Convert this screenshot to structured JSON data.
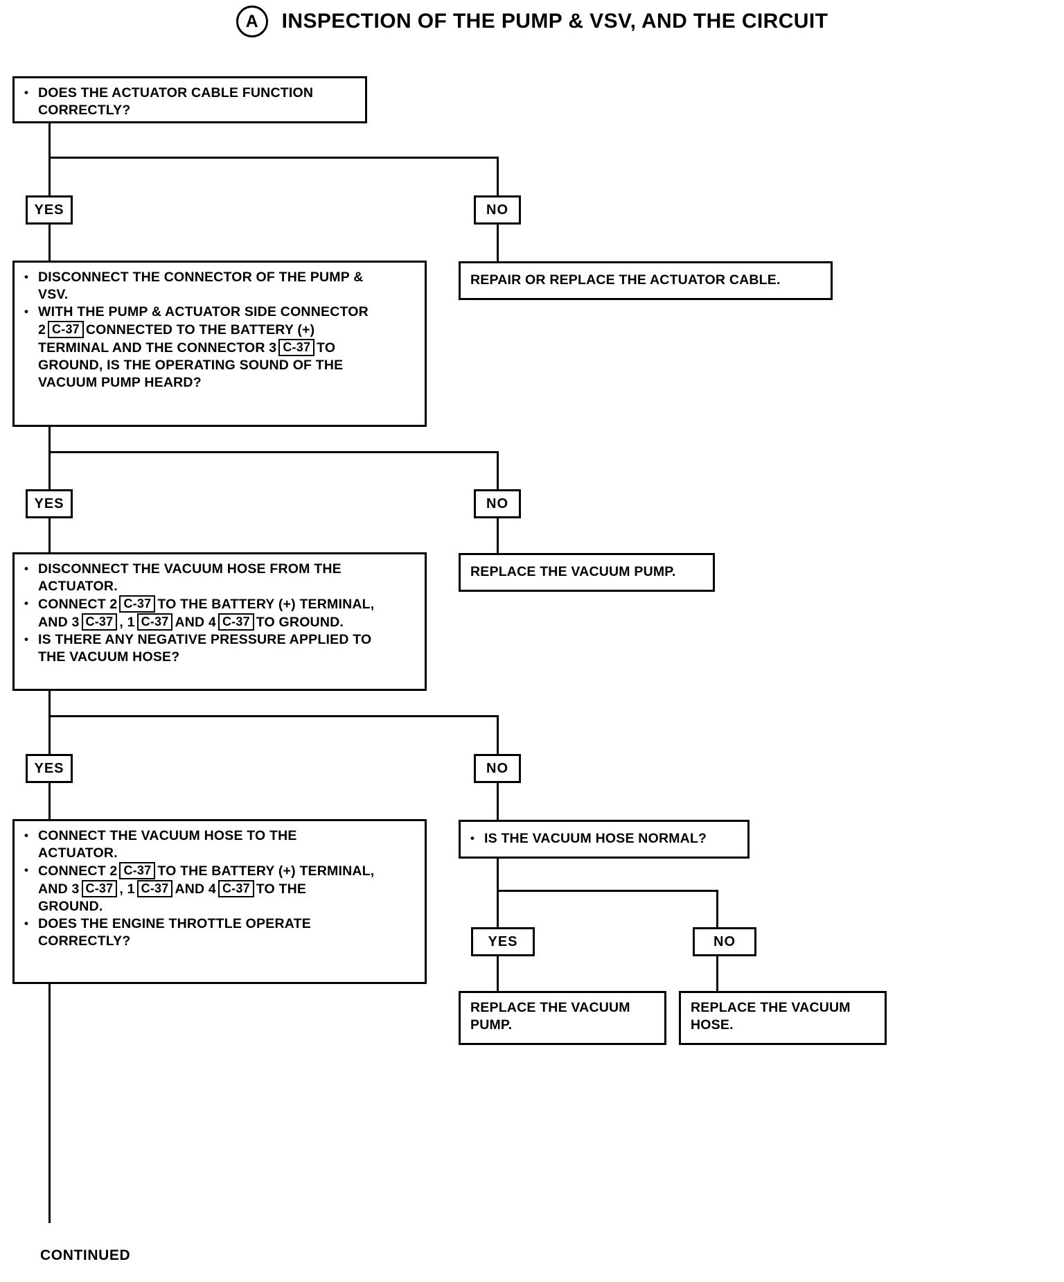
{
  "header": {
    "badge": "A",
    "title": "INSPECTION OF THE PUMP & VSV, AND THE CIRCUIT"
  },
  "tag_label": "C-37",
  "nodes": {
    "q1": {
      "l1": "DOES THE ACTUATOR CABLE FUNCTION",
      "l2": "CORRECTLY?"
    },
    "q2": {
      "l1": "DISCONNECT THE CONNECTOR OF THE PUMP &",
      "l2": "VSV.",
      "l3": "WITH THE PUMP & ACTUATOR SIDE CONNECTOR",
      "l4a": "2",
      "l4b": "CONNECTED TO THE BATTERY (+)",
      "l5a": "TERMINAL AND THE CONNECTOR 3",
      "l5b": "TO",
      "l6": "GROUND, IS THE OPERATING SOUND OF THE",
      "l7": "VACUUM PUMP HEARD?"
    },
    "q3": {
      "l1": "DISCONNECT THE VACUUM HOSE FROM THE",
      "l2": "ACTUATOR.",
      "l3a": "CONNECT 2",
      "l3b": "TO THE BATTERY (+) TERMINAL,",
      "l4a": "AND 3",
      "l4b": ", 1",
      "l4c": "AND 4",
      "l4d": "TO GROUND.",
      "l5": "IS THERE ANY NEGATIVE PRESSURE APPLIED TO",
      "l6": "THE VACUUM HOSE?"
    },
    "q4": {
      "l1": "CONNECT THE VACUUM HOSE TO THE",
      "l2": "ACTUATOR.",
      "l3a": "CONNECT 2",
      "l3b": "TO THE BATTERY (+) TERMINAL,",
      "l4a": "AND 3",
      "l4b": ", 1",
      "l4c": "AND 4",
      "l4d": "TO THE",
      "l5": "GROUND.",
      "l6": "DOES THE ENGINE THROTTLE OPERATE",
      "l7": "CORRECTLY?"
    },
    "r1": {
      "l1": "REPAIR OR REPLACE THE ACTUATOR CABLE."
    },
    "r2": {
      "l1": "REPLACE THE VACUUM PUMP."
    },
    "r3": {
      "l1": "IS THE VACUUM HOSE NORMAL?"
    },
    "r4": {
      "l1": "REPLACE THE VACUUM",
      "l2": "PUMP."
    },
    "r5": {
      "l1": "REPLACE THE VACUUM",
      "l2": "HOSE."
    }
  },
  "branches": {
    "yes1": "YES",
    "no1": "NO",
    "yes2": "YES",
    "no2": "NO",
    "yes3": "YES",
    "no3": "NO",
    "yes4": "YES",
    "no4": "NO"
  },
  "footer": {
    "continued": "CONTINUED"
  },
  "colors": {
    "ink": "#000000",
    "paper": "#ffffff"
  }
}
